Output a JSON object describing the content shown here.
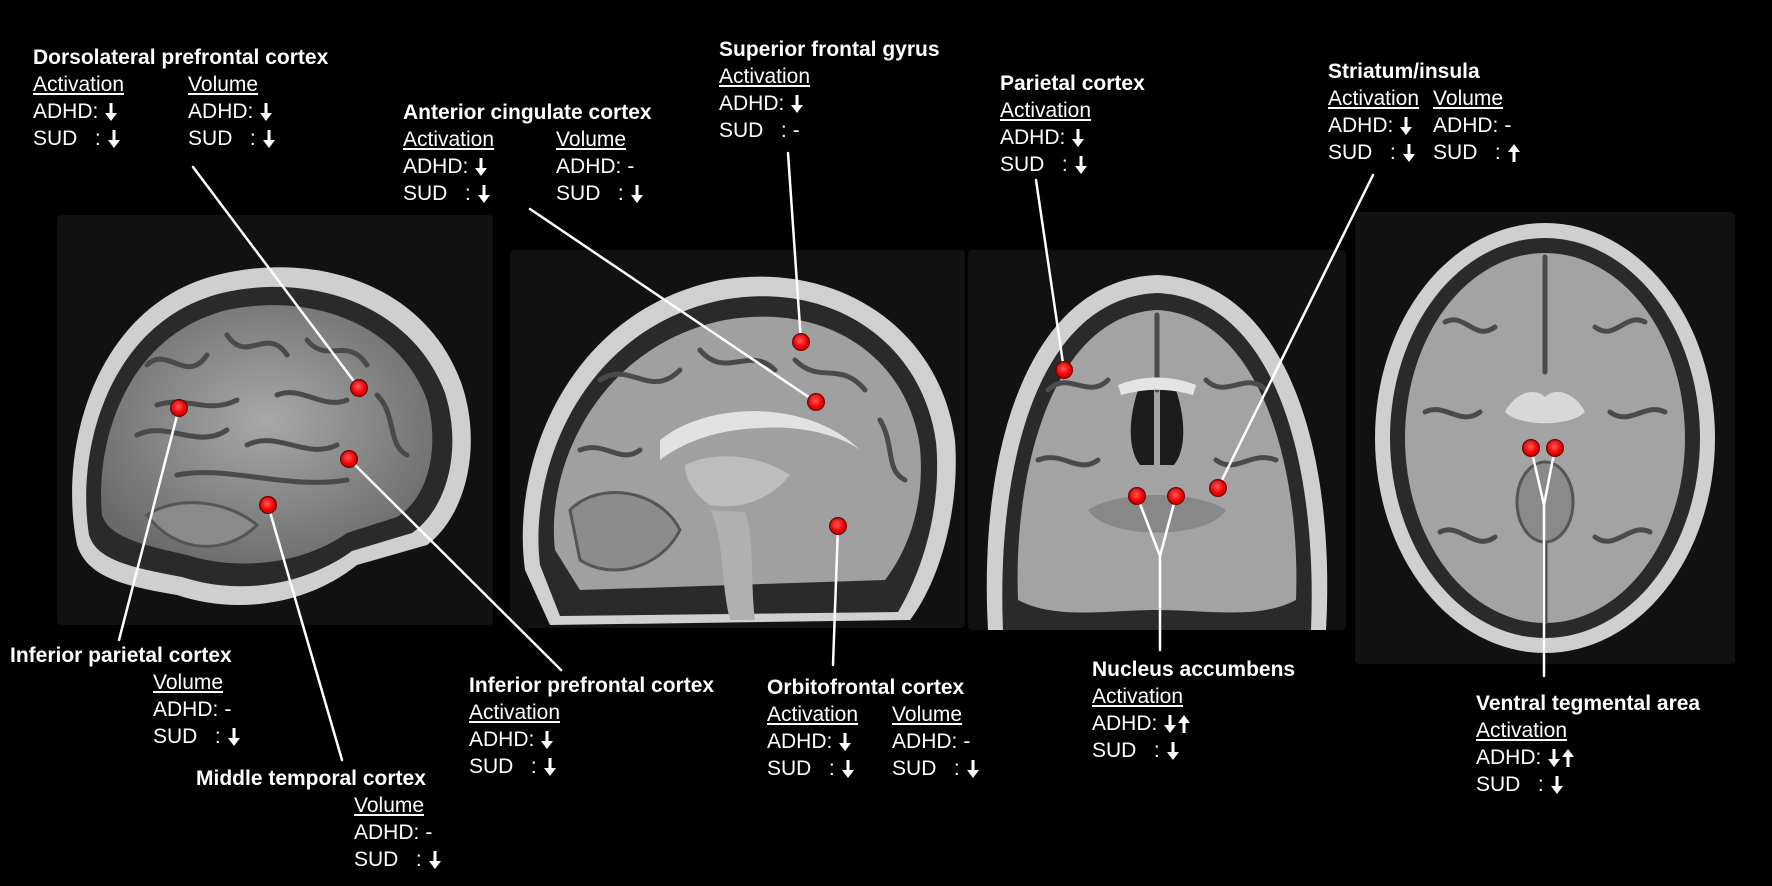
{
  "regions": {
    "dlpfc": {
      "title": "Dorsolateral prefrontal cortex",
      "activation": {
        "header": "Activation",
        "adhd_key": "ADHD:",
        "adhd": "down",
        "sud_key": "SUD   :",
        "sud": "down"
      },
      "volume": {
        "header": "Volume",
        "adhd_key": "ADHD:",
        "adhd": "down",
        "sud_key": "SUD   :",
        "sud": "down"
      }
    },
    "acc": {
      "title": "Anterior cingulate cortex",
      "activation": {
        "header": "Activation",
        "adhd_key": "ADHD:",
        "adhd": "down",
        "sud_key": "SUD   :",
        "sud": "down"
      },
      "volume": {
        "header": "Volume",
        "adhd_key": "ADHD:",
        "adhd": "-",
        "sud_key": "SUD   :",
        "sud": "down"
      }
    },
    "sfg": {
      "title": "Superior frontal gyrus",
      "activation": {
        "header": "Activation",
        "adhd_key": "ADHD:",
        "adhd": "down",
        "sud_key": "SUD   :",
        "sud": "-"
      }
    },
    "parietal": {
      "title": "Parietal cortex",
      "activation": {
        "header": "Activation",
        "adhd_key": "ADHD:",
        "adhd": "down",
        "sud_key": "SUD   :",
        "sud": "down"
      }
    },
    "striatum": {
      "title": "Striatum/insula",
      "activation": {
        "header": "Activation",
        "adhd_key": "ADHD:",
        "adhd": "down",
        "sud_key": "SUD   :",
        "sud": "down"
      },
      "volume": {
        "header": "Volume",
        "adhd_key": "ADHD:",
        "adhd": "-",
        "sud_key": "SUD   :",
        "sud": "up"
      }
    },
    "ipc": {
      "title": "Inferior parietal cortex",
      "volume": {
        "header": "Volume",
        "adhd_key": "ADHD:",
        "adhd": "-",
        "sud_key": "SUD   :",
        "sud": "down"
      }
    },
    "mtc": {
      "title": "Middle temporal cortex",
      "volume": {
        "header": "Volume",
        "adhd_key": "ADHD:",
        "adhd": "-",
        "sud_key": "SUD   :",
        "sud": "down"
      }
    },
    "ipfc": {
      "title": "Inferior prefrontal cortex",
      "activation": {
        "header": "Activation",
        "adhd_key": "ADHD:",
        "adhd": "down",
        "sud_key": "SUD   :",
        "sud": "down"
      }
    },
    "ofc": {
      "title": "Orbitofrontal cortex",
      "activation": {
        "header": "Activation",
        "adhd_key": "ADHD:",
        "adhd": "down",
        "sud_key": "SUD   :",
        "sud": "down"
      },
      "volume": {
        "header": "Volume",
        "adhd_key": "ADHD:",
        "adhd": "-",
        "sud_key": "SUD   :",
        "sud": "down"
      }
    },
    "nacc": {
      "title": "Nucleus accumbens",
      "activation": {
        "header": "Activation",
        "adhd_key": "ADHD:",
        "adhd": "down-up",
        "sud_key": "SUD   :",
        "sud": "down"
      }
    },
    "vta": {
      "title": "Ventral tegmental area",
      "activation": {
        "header": "Activation",
        "adhd_key": "ADHD:",
        "adhd": "down-up",
        "sud_key": "SUD   :",
        "sud": "down"
      }
    }
  },
  "colors": {
    "marker": "#e00000",
    "text": "#ffffff",
    "background": "#000000",
    "leader": "#ffffff"
  }
}
